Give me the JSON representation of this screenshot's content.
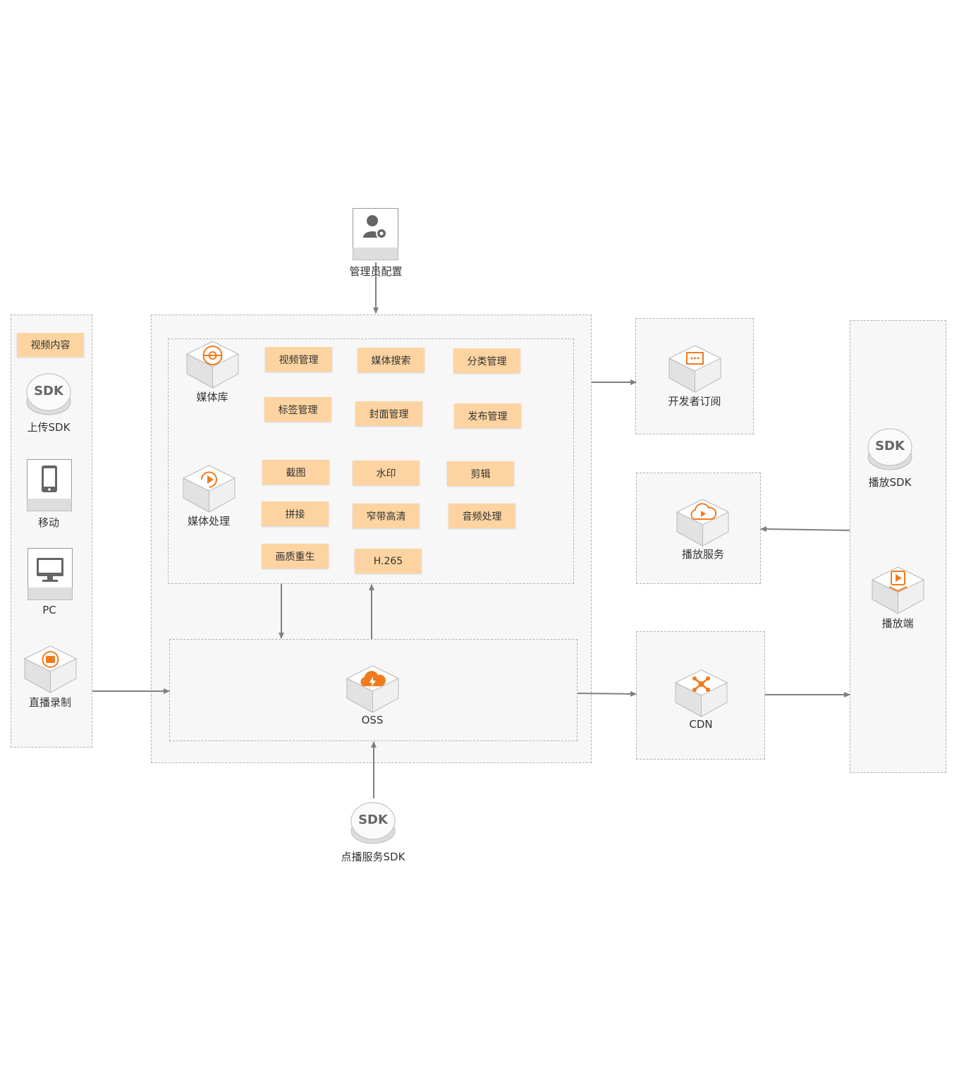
{
  "top": {
    "admin_label": "管理员配置"
  },
  "left_panel": {
    "video_content": "视频内容",
    "upload_sdk_label": "上传SDK",
    "mobile_label": "移动",
    "pc_label": "PC",
    "live_record_label": "直播录制",
    "sdk_badge": "SDK"
  },
  "media_library": {
    "label": "媒体库",
    "chips": [
      "视频管理",
      "媒体搜索",
      "分类管理",
      "标签管理",
      "封面管理",
      "发布管理"
    ]
  },
  "media_processing": {
    "label": "媒体处理",
    "chips": [
      "截图",
      "水印",
      "剪辑",
      "拼接",
      "窄带高清",
      "音频处理",
      "画质重生",
      "H.265"
    ]
  },
  "storage": {
    "oss_label": "OSS"
  },
  "bottom": {
    "vod_sdk_label": "点播服务SDK",
    "sdk_badge": "SDK"
  },
  "right_services": {
    "dev_subscribe_label": "开发者订阅",
    "play_service_label": "播放服务",
    "cdn_label": "CDN"
  },
  "player_panel": {
    "play_sdk_label": "播放SDK",
    "player_label": "播放端",
    "sdk_badge": "SDK"
  },
  "colors": {
    "chip_bg": "#fdd4a1",
    "accent_orange": "#f07b1d",
    "box_border": "#b3b3b3",
    "arrow": "#808080"
  }
}
